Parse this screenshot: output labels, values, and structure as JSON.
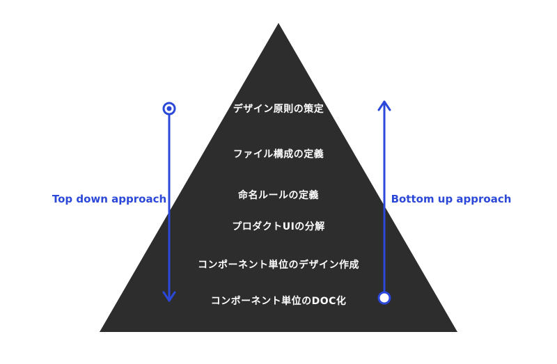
{
  "diagram": {
    "title": "design-system-pyramid",
    "pyramid_levels": [
      "デザイン原則の策定",
      "ファイル構成の定義",
      "命名ルールの定義",
      "プロダクトUIの分解",
      "コンポーネント単位のデザイン作成",
      "コンポーネント単位のDOC化"
    ],
    "left_label": "Top down approach",
    "right_label": "Bottom up approach",
    "colors": {
      "accent": "#2b48d8",
      "pyramid": "#2d2d2d",
      "level_text": "#ffffff",
      "background": "#ffffff"
    }
  }
}
